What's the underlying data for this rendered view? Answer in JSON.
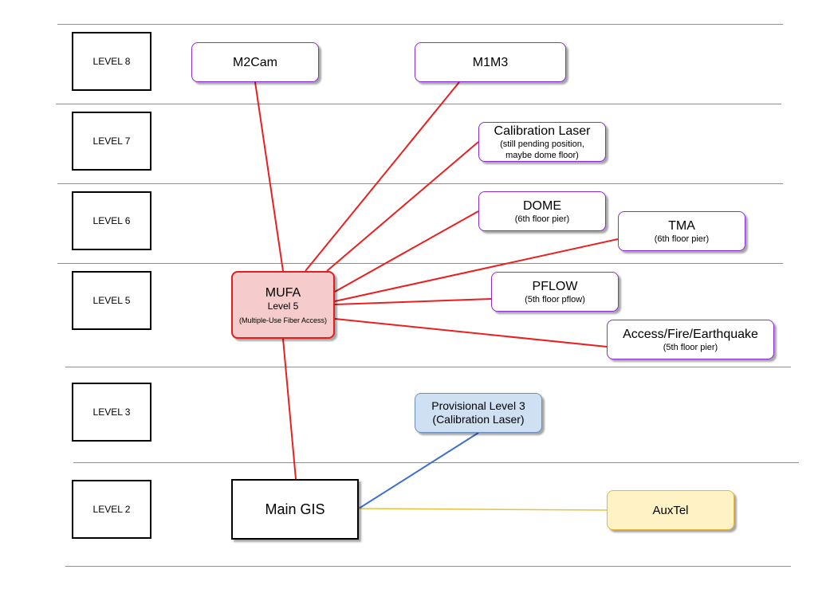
{
  "levels": {
    "l8": "LEVEL 8",
    "l7": "LEVEL 7",
    "l6": "LEVEL 6",
    "l5": "LEVEL 5",
    "l3": "LEVEL 3",
    "l2": "LEVEL 2"
  },
  "nodes": {
    "m2cam": {
      "title": "M2Cam"
    },
    "m1m3": {
      "title": "M1M3"
    },
    "calibration_laser": {
      "title": "Calibration Laser",
      "sub1": "(still pending position,",
      "sub2": "maybe dome floor)"
    },
    "dome": {
      "title": "DOME",
      "sub": "(6th floor pier)"
    },
    "tma": {
      "title": "TMA",
      "sub": "(6th floor pier)"
    },
    "mufa": {
      "title": "MUFA",
      "sub": "Level 5",
      "sub2": "(Multiple-Use Fiber Access)"
    },
    "pflow": {
      "title": "PFLOW",
      "sub": "(5th floor pflow)"
    },
    "access": {
      "title": "Access/Fire/Earthquake",
      "sub": "(5th floor pier)"
    },
    "provisional": {
      "line1": "Provisional Level 3",
      "line2": "(Calibration Laser)"
    },
    "main_gis": {
      "title": "Main GIS"
    },
    "auxtel": {
      "title": "AuxTel"
    }
  },
  "colors": {
    "mufa_link": "#e82020",
    "provisional_link": "#3f6fd0",
    "auxtel_link": "#e8c040",
    "node_border": "#8e2bd6",
    "divider": "#8f8f8f"
  }
}
